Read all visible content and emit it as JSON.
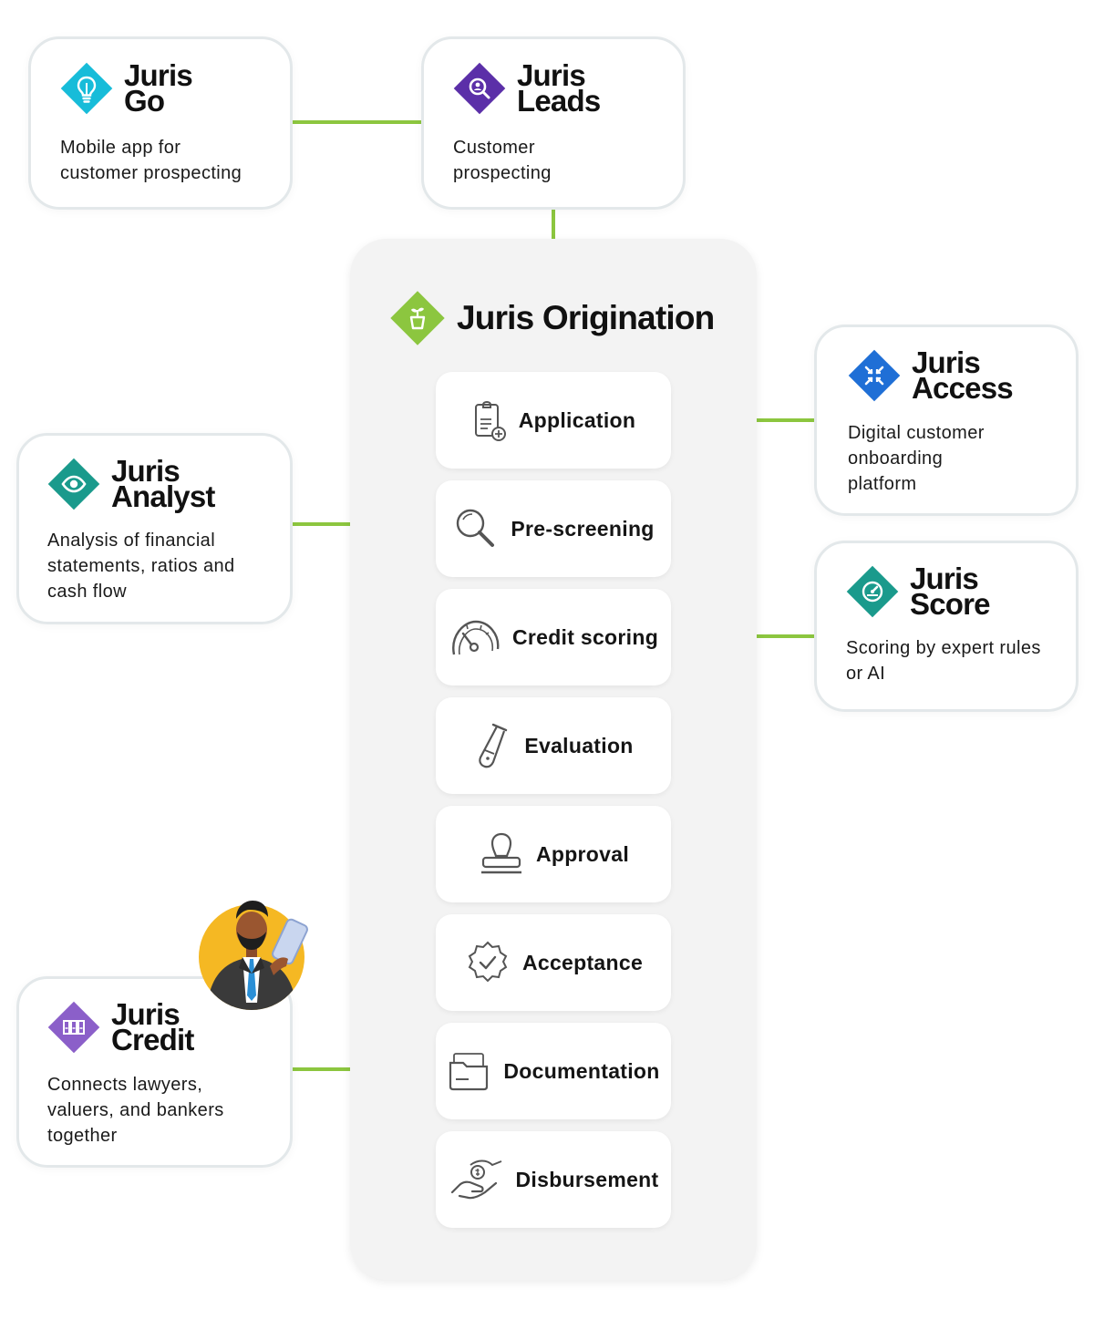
{
  "colors": {
    "connector": "#8cc63f",
    "go": "#17bcd9",
    "leads": "#5b2fa8",
    "origination": "#8cc63f",
    "access": "#1f6fd6",
    "analyst": "#1a9a8c",
    "score": "#1a9a8c",
    "credit": "#8b5fc9"
  },
  "products": {
    "go": {
      "line1": "Juris",
      "line2": "Go",
      "desc": [
        "Mobile app for",
        "customer prospecting"
      ],
      "icon": "lightbulb-icon"
    },
    "leads": {
      "line1": "Juris",
      "line2": "Leads",
      "desc": [
        "Customer",
        "prospecting"
      ],
      "icon": "search-person-icon"
    },
    "access": {
      "line1": "Juris",
      "line2": "Access",
      "desc": [
        "Digital customer",
        "onboarding",
        "platform"
      ],
      "icon": "arrows-converge-icon"
    },
    "analyst": {
      "line1": "Juris",
      "line2": "Analyst",
      "desc": [
        "Analysis of financial",
        "statements, ratios and",
        "cash flow"
      ],
      "icon": "eye-icon"
    },
    "score": {
      "line1": "Juris",
      "line2": "Score",
      "desc": [
        "Scoring by expert rules",
        "or AI"
      ],
      "icon": "gauge-icon"
    },
    "credit": {
      "line1": "Juris",
      "line2": "Credit",
      "desc": [
        "Connects lawyers,",
        "valuers, and bankers",
        "together"
      ],
      "icon": "folders-icon"
    }
  },
  "origination": {
    "title": "Juris Origination",
    "icon": "plant-pot-icon",
    "steps": [
      {
        "label": "Application",
        "icon": "clipboard-add-icon"
      },
      {
        "label": "Pre-screening",
        "icon": "magnifier-icon"
      },
      {
        "label": "Credit scoring",
        "icon": "speedometer-icon"
      },
      {
        "label": "Evaluation",
        "icon": "test-tube-icon"
      },
      {
        "label": "Approval",
        "icon": "stamp-icon"
      },
      {
        "label": "Acceptance",
        "icon": "verified-badge-icon"
      },
      {
        "label": "Documentation",
        "icon": "folder-icon"
      },
      {
        "label": "Disbursement",
        "icon": "hand-coin-icon"
      }
    ]
  }
}
